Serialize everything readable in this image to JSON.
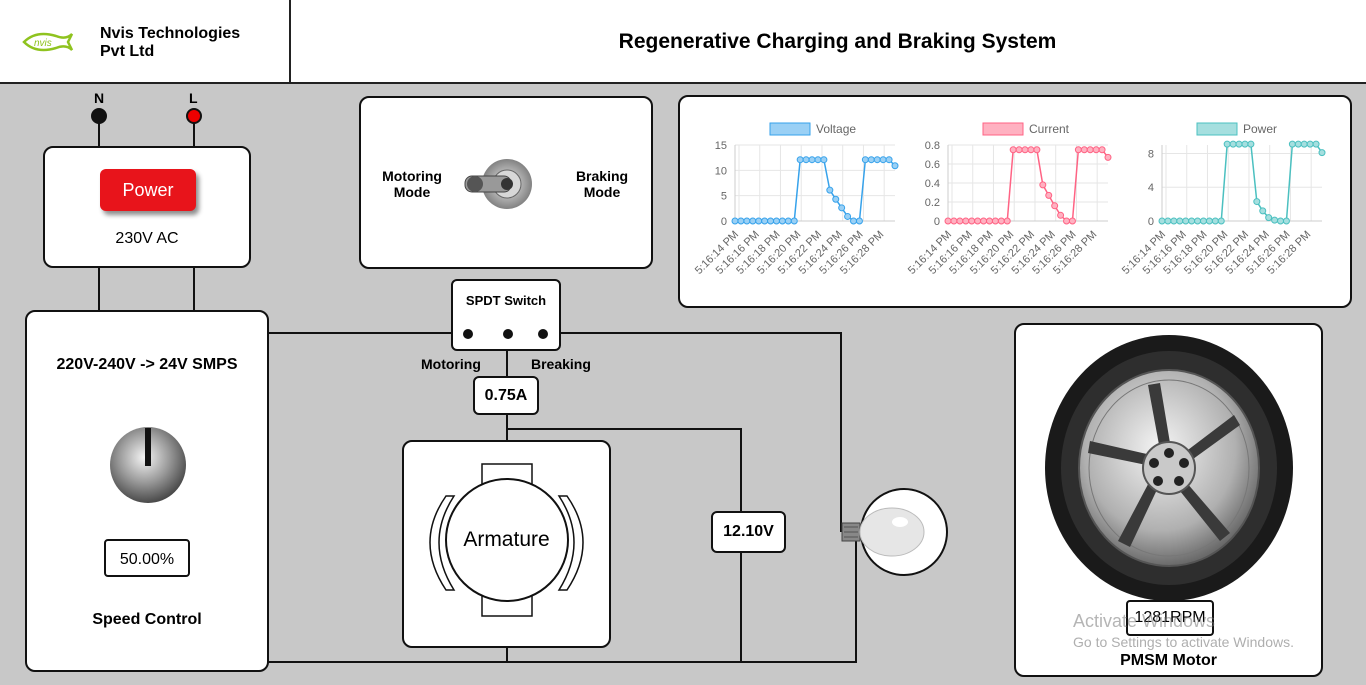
{
  "header": {
    "company_line1": "Nvis Technologies",
    "company_line2": "Pvt Ltd",
    "logo_text": "nvis",
    "title": "Regenerative Charging and Braking System"
  },
  "terminals": {
    "neutral": "N",
    "live": "L"
  },
  "power_panel": {
    "button_label": "Power",
    "supply": "230V AC"
  },
  "smps_panel": {
    "title": "220V-240V -> 24V SMPS",
    "speed_value": "50.00%",
    "speed_label": "Speed Control"
  },
  "mode_panel": {
    "motoring_line1": "Motoring",
    "motoring_line2": "Mode",
    "braking_line1": "Braking",
    "braking_line2": "Mode"
  },
  "switch": {
    "title": "SPDT Switch",
    "left_label": "Motoring",
    "right_label": "Breaking"
  },
  "readouts": {
    "current": "0.75A",
    "voltage": "12.10V",
    "rpm": "1281RPM"
  },
  "armature": {
    "label": "Armature"
  },
  "motor_panel": {
    "label": "PMSM Motor"
  },
  "watermark": {
    "line1": "Activate Windows",
    "line2": "Go to Settings to activate Windows."
  },
  "chart_data": [
    {
      "type": "line",
      "legend": "Voltage",
      "color": "#36a2eb",
      "fill": "#9ad0f5",
      "ylim": [
        0,
        15
      ],
      "yticks": [
        "0",
        "5",
        "10",
        "15"
      ],
      "tick_labels": [
        "5:16:14 PM",
        "5:16:16 PM",
        "5:16:18 PM",
        "5:16:20 PM",
        "5:16:22 PM",
        "5:16:24 PM",
        "5:16:26 PM",
        "5:16:28 PM"
      ],
      "values": [
        0,
        0,
        0,
        0,
        0,
        0,
        0,
        0,
        0,
        0,
        0,
        12.1,
        12.1,
        12.1,
        12.1,
        12.1,
        6.1,
        4.3,
        2.6,
        0.9,
        0,
        0,
        12.1,
        12.1,
        12.1,
        12.1,
        12.1,
        10.9
      ]
    },
    {
      "type": "line",
      "legend": "Current",
      "color": "#ff6384",
      "fill": "#ffb1c1",
      "ylim": [
        0,
        0.8
      ],
      "yticks": [
        "0",
        "0.2",
        "0.4",
        "0.6",
        "0.8"
      ],
      "tick_labels": [
        "5:16:14 PM",
        "5:16:16 PM",
        "5:16:18 PM",
        "5:16:20 PM",
        "5:16:22 PM",
        "5:16:24 PM",
        "5:16:26 PM",
        "5:16:28 PM"
      ],
      "values": [
        0,
        0,
        0,
        0,
        0,
        0,
        0,
        0,
        0,
        0,
        0,
        0.75,
        0.75,
        0.75,
        0.75,
        0.75,
        0.38,
        0.27,
        0.16,
        0.06,
        0,
        0,
        0.75,
        0.75,
        0.75,
        0.75,
        0.75,
        0.67
      ]
    },
    {
      "type": "line",
      "legend": "Power",
      "color": "#4bc0c0",
      "fill": "#a5dfdf",
      "ylim": [
        0,
        9
      ],
      "yticks": [
        "0",
        "4",
        "8"
      ],
      "tick_labels": [
        "5:16:14 PM",
        "5:16:16 PM",
        "5:16:18 PM",
        "5:16:20 PM",
        "5:16:22 PM",
        "5:16:24 PM",
        "5:16:26 PM",
        "5:16:28 PM"
      ],
      "values": [
        0,
        0,
        0,
        0,
        0,
        0,
        0,
        0,
        0,
        0,
        0,
        9.1,
        9.1,
        9.1,
        9.1,
        9.1,
        2.3,
        1.2,
        0.4,
        0.1,
        0,
        0,
        9.1,
        9.1,
        9.1,
        9.1,
        9.1,
        8.1
      ]
    }
  ]
}
